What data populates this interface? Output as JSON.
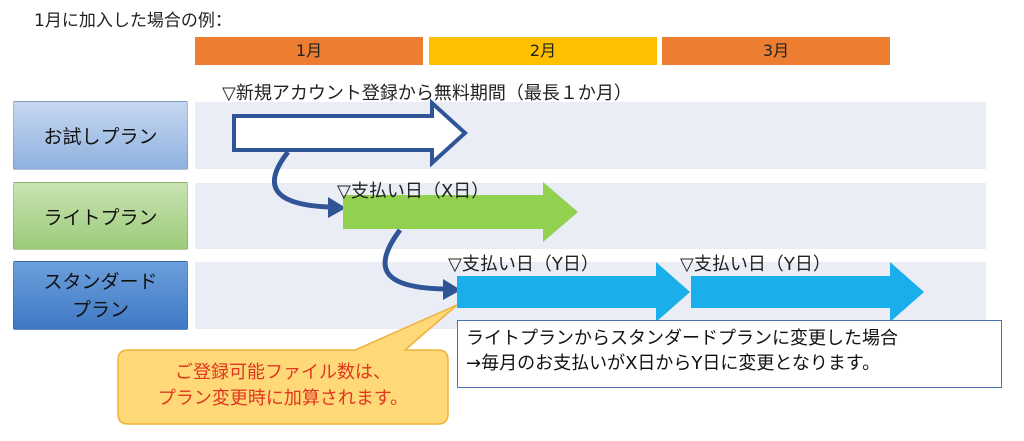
{
  "title": "1月に加入した場合の例：",
  "months": [
    {
      "label": "1月",
      "color": "#ed7d31"
    },
    {
      "label": "2月",
      "color": "#ffc000"
    },
    {
      "label": "3月",
      "color": "#ed7d31"
    }
  ],
  "plans": [
    {
      "label": "お試しプラン",
      "color_top": "#c6d7f0",
      "color_bottom": "#8fb2e0"
    },
    {
      "label": "ライトプラン",
      "color_top": "#c9e3b2",
      "color_bottom": "#9ccb7a"
    },
    {
      "label": "スタンダード\nプラン",
      "color_top": "#6c9fdc",
      "color_bottom": "#3f78c4"
    }
  ],
  "annotations": {
    "trial": "▽新規アカウント登録から無料期間（最長１か月）",
    "light_payment": "▽支払い日（X日）",
    "standard_payment_1": "▽支払い日（Y日）",
    "standard_payment_2": "▽支払い日（Y日）"
  },
  "note": {
    "line1": "ライトプランからスタンダードプランに変更した場合",
    "line2": "→毎月のお支払いがX日からY日に変更となります。"
  },
  "callout": {
    "line1": "ご登録可能ファイル数は、",
    "line2": "プラン変更時に加算されます。"
  },
  "colors": {
    "trial_arrow_stroke": "#2f5597",
    "light_arrow": "#92d050",
    "standard_arrow": "#1aaeeb",
    "connector": "#2f5597",
    "callout_fill": "#ffd877",
    "callout_stroke": "#f0b13a",
    "lane": "#eaedf5"
  }
}
